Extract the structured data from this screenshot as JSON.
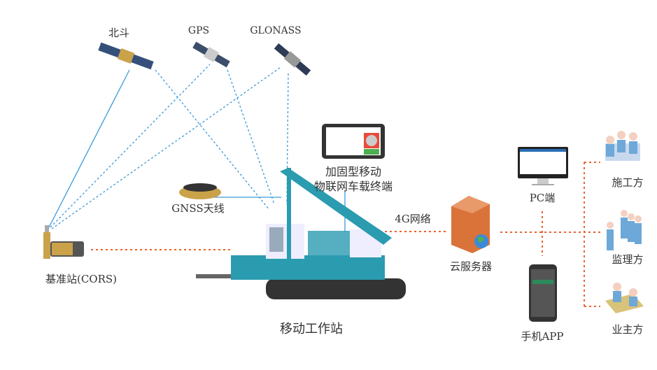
{
  "satellites": [
    {
      "label": "北斗"
    },
    {
      "label": "GPS"
    },
    {
      "label": "GLONASS"
    }
  ],
  "base_station": {
    "label": "基准站(CORS)"
  },
  "antenna": {
    "label": "GNSS天线"
  },
  "terminal": {
    "line1": "加固型移动",
    "line2": "物联网车载终端"
  },
  "network": {
    "label": "4G网络"
  },
  "mobile_station": {
    "label": "移动工作站"
  },
  "server": {
    "label": "云服务器"
  },
  "pc": {
    "label": "PC端"
  },
  "phone": {
    "label": "手机APP"
  },
  "parties": [
    {
      "label": "施工方"
    },
    {
      "label": "监理方"
    },
    {
      "label": "业主方"
    }
  ],
  "colors": {
    "blue_link": "#3a9ad9",
    "orange_link": "#e8622c",
    "machine": "#2b9bb0",
    "server": "#d9733a"
  }
}
